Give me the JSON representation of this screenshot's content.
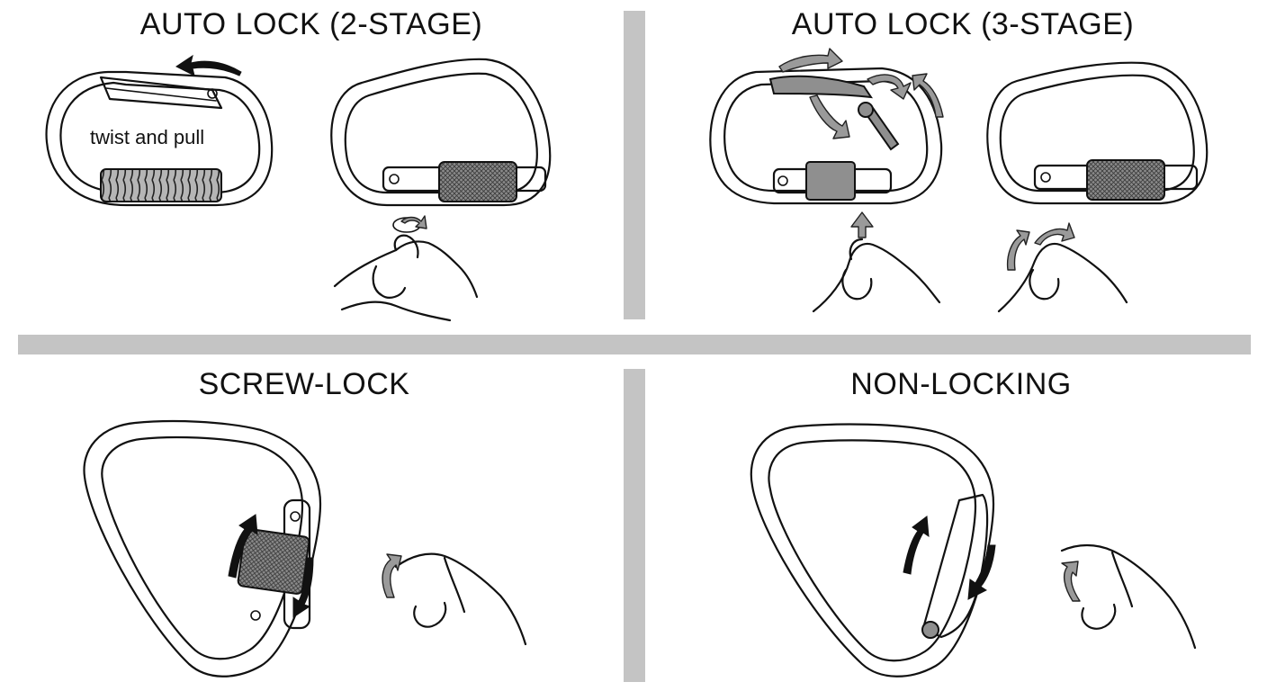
{
  "panels": {
    "auto_lock_2": {
      "title": "AUTO LOCK (2-STAGE)",
      "annotation": "twist and pull"
    },
    "auto_lock_3": {
      "title": "AUTO LOCK (3-STAGE)"
    },
    "screw_lock": {
      "title": "SCREW-LOCK"
    },
    "non_locking": {
      "title": "NON-LOCKING"
    }
  },
  "colors": {
    "divider": "#c4c4c4",
    "sleeve": "#8f8f8f",
    "ink": "#111111",
    "arrow_grey": "#9a9a9a"
  },
  "icons": [
    "carabiner-icon",
    "hand-icon",
    "rotate-arrow-icon",
    "up-arrow-icon",
    "down-arrow-icon"
  ]
}
